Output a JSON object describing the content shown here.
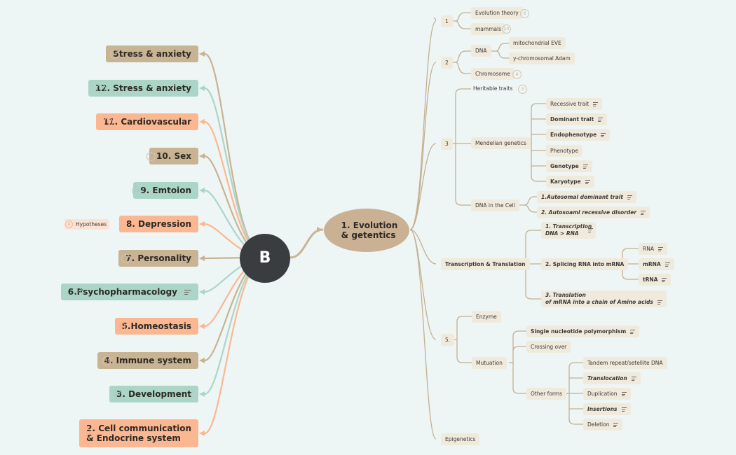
{
  "hub": {
    "label": "B"
  },
  "center": {
    "label": "1. Evolution\n& getentics"
  },
  "left_topics": [
    {
      "label": "Stress & anxiety",
      "badge": "29",
      "color": "brown"
    },
    {
      "label": "12. Stress & anxiety",
      "badge": "15",
      "color": "green"
    },
    {
      "label": "11. Cardiovascular",
      "badge": "5",
      "color": "orange"
    },
    {
      "label": "10. Sex",
      "badge": "13",
      "color": "brown"
    },
    {
      "label": "9. Emtoion",
      "badge": "10",
      "color": "green"
    },
    {
      "label": "8. Depression",
      "badge": "",
      "color": "orange",
      "callout": "Hypotheses"
    },
    {
      "label": "7. Personality",
      "badge": "12",
      "color": "brown"
    },
    {
      "label": "6.Psychopharmacology",
      "badge": "49",
      "color": "green",
      "has_note": true
    },
    {
      "label": "5.Homeostasis",
      "badge": "31",
      "color": "orange"
    },
    {
      "label": "4. Immune system",
      "badge": "41",
      "color": "brown"
    },
    {
      "label": "3. Development",
      "badge": "30",
      "color": "green"
    },
    {
      "label": "2. Cell communication\n& Endocrine system",
      "badge": "50",
      "color": "orange"
    }
  ],
  "right": {
    "n1": {
      "label": "1",
      "children": [
        {
          "label": "Evolution theory",
          "badge": "6"
        },
        {
          "label": "mammals",
          "badge": "10"
        }
      ]
    },
    "n2": {
      "label": "2",
      "dna": "DNA",
      "dna_children": [
        "mitochondrial EVE",
        "y-chromosomal Adam"
      ],
      "chromosome": "Chromosome",
      "chromosome_badge": "4"
    },
    "n3": {
      "label": "3",
      "heritable": "Heritable traits",
      "heritable_badge": "3",
      "mendelian": "Mendelian genetics",
      "mendelian_children": [
        "Recessive trait",
        "Dominant trait",
        "Endophenotype",
        "Phenotype",
        "Genotype",
        "Karyotype"
      ],
      "dna_cell": "DNA in the Cell",
      "dna_cell_children": [
        "1.Autosomal dominant trait",
        "2. Autosoaml recessive disorder"
      ]
    },
    "tt": {
      "label": "Transcription & Translation",
      "t1": "1. Transcription\nDNA > RNA",
      "t2": "2. Splicing RNA into mRNA",
      "t2_children": [
        "RNA",
        "mRNA",
        "tRNA"
      ],
      "t3": "3. Translation\nof mRNA into a chain of Amino acids"
    },
    "n5": {
      "label": "5.",
      "enzyme": "Enzyme",
      "mutation": "Mutuation",
      "mutation_children": [
        "Single nucleotide polymorphism",
        "Crossing over",
        "Other forms"
      ],
      "other_forms": [
        "Tandem repeat/setellite DNA",
        "Translocation",
        "Duplication",
        "Insertions",
        "Deletion"
      ]
    },
    "epigenetics": "Epigenetics"
  },
  "colors": {
    "background": "#eef5f5",
    "brown": "#c8b393",
    "green": "#abd6c7",
    "orange": "#fbb791",
    "hub": "#3a3d3f",
    "line": "#c2b091"
  }
}
